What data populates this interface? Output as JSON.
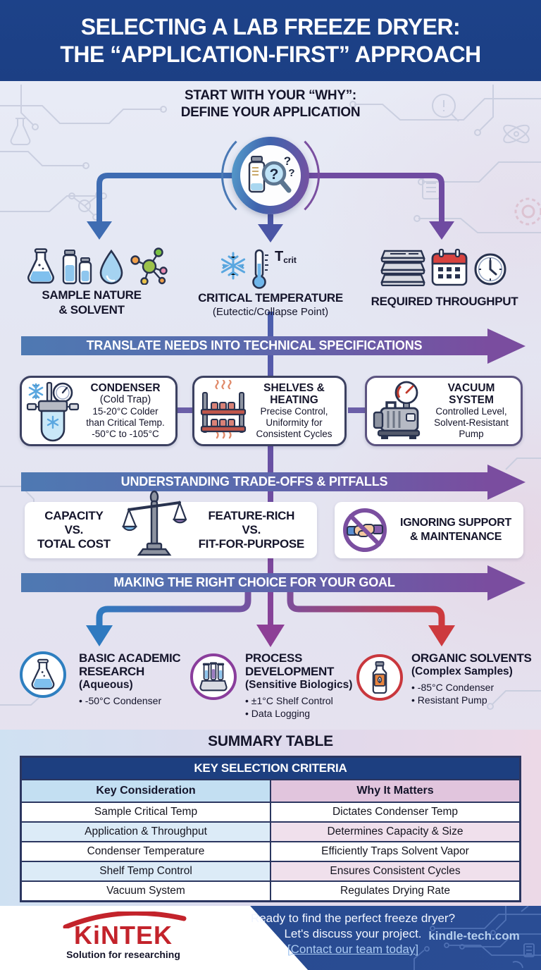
{
  "header": {
    "line1": "SELECTING A LAB FREEZE DRYER:",
    "line2": "THE “APPLICATION-FIRST” APPROACH"
  },
  "intro": {
    "line1": "START WITH YOUR “WHY”:",
    "line2": "DEFINE YOUR APPLICATION"
  },
  "branches": {
    "left": {
      "label1": "SAMPLE NATURE",
      "label2": "& SOLVENT"
    },
    "center": {
      "label1": "CRITICAL TEMPERATURE",
      "label2": "(Eutectic/Collapse Point)",
      "t_symbol": "T",
      "t_sub": "crit"
    },
    "right": {
      "label1": "REQUIRED THROUGHPUT"
    }
  },
  "banners": {
    "b1": "TRANSLATE NEEDS INTO TECHNICAL SPECIFICATIONS",
    "b2": "UNDERSTANDING TRADE-OFFS & PITFALLS",
    "b3": "MAKING THE RIGHT CHOICE FOR YOUR GOAL"
  },
  "spec_cards": [
    {
      "title1": "CONDENSER",
      "subtitle": "(Cold Trap)",
      "line1": "15-20°C Colder",
      "line2": "than Critical Temp.",
      "line3": "-50°C to -105°C"
    },
    {
      "title1": "SHELVES &",
      "title2": "HEATING",
      "line1": "Precise Control,",
      "line2": "Uniformity for",
      "line3": "Consistent Cycles"
    },
    {
      "title1": "VACUUM",
      "title2": "SYSTEM",
      "line1": "Controlled Level,",
      "line2": "Solvent-Resistant",
      "line3": "Pump"
    }
  ],
  "tradeoffs": {
    "capacity": {
      "l1": "CAPACITY",
      "l2": "VS.",
      "l3": "TOTAL COST"
    },
    "feature": {
      "l1": "FEATURE-RICH",
      "l2": "VS.",
      "l3": "FIT-FOR-PURPOSE"
    },
    "support": {
      "l1": "IGNORING SUPPORT",
      "l2": "& MAINTENANCE"
    }
  },
  "goals": [
    {
      "t1": "BASIC ACADEMIC",
      "t2": "RESEARCH",
      "sub": "(Aqueous)",
      "b1": "• -50°C Condenser"
    },
    {
      "t1": "PROCESS",
      "t2": "DEVELOPMENT",
      "sub": "(Sensitive Biologics)",
      "b1": "• ±1°C Shelf Control",
      "b2": "• Data Logging"
    },
    {
      "t1": "ORGANIC SOLVENTS",
      "sub": "(Complex Samples)",
      "b1": "• -85°C Condenser",
      "b2": "• Resistant Pump"
    }
  ],
  "summary": {
    "title": "SUMMARY TABLE",
    "header": "KEY SELECTION CRITERIA",
    "col1": "Key Consideration",
    "col2": "Why It Matters",
    "rows": [
      {
        "c1": "Sample Critical Temp",
        "c2": "Dictates Condenser Temp"
      },
      {
        "c1": "Application & Throughput",
        "c2": "Determines Capacity & Size"
      },
      {
        "c1": "Condenser Temperature",
        "c2": "Efficiently Traps Solvent Vapor"
      },
      {
        "c1": "Shelf Temp Control",
        "c2": "Ensures Consistent Cycles"
      },
      {
        "c1": "Vacuum System",
        "c2": "Regulates Drying Rate"
      }
    ]
  },
  "footer": {
    "logo": "KiNTEK",
    "tagline": "Solution for researching",
    "cta1": "Ready to find the perfect freeze dryer?",
    "cta2": "Let's discuss your project.",
    "cta_link": "[Contact our team today]",
    "website": "kindle-tech.com"
  },
  "hub": {
    "q1": "?",
    "q2": "?",
    "q3": "?"
  },
  "icons": {
    "hub": "magnifier-question-icon",
    "sample_nature": [
      "flask-icon",
      "vials-icon",
      "droplet-icon",
      "molecule-icon"
    ],
    "critical_temperature": [
      "snowflake-icon",
      "thermometer-icon"
    ],
    "required_throughput": [
      "trays-icon",
      "calendar-icon",
      "clock-icon"
    ],
    "spec": [
      "condenser-icon",
      "shelves-heating-icon",
      "vacuum-pump-icon"
    ],
    "tradeoffs": [
      "balance-scale-icon",
      "no-handshake-icon"
    ],
    "goals": [
      "flask-icon",
      "test-tubes-icon",
      "solvent-bottle-icon"
    ],
    "logo": "kintek-swoosh-icon"
  },
  "colors": {
    "header_navy": "#1d4289",
    "banner_blue": "#4e79b2",
    "banner_purple": "#7a4d9f",
    "spine_blue": "#4a5fae",
    "spine_purple": "#8d3f96",
    "goal_blue": "#2e7fc0",
    "goal_purple": "#8a3d9c",
    "goal_red": "#c9373d",
    "table_navy": "#1d3f80",
    "table_blue": "#c3dff2",
    "table_pink": "#e1c5dd",
    "footer_blue": "#27498e",
    "kintek_red": "#c3232b"
  }
}
